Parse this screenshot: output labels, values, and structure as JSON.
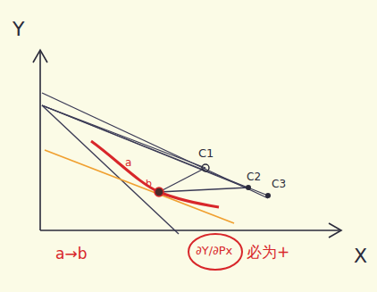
{
  "diagram": {
    "labels": [
      "Y",
      "X",
      "C1",
      "C2",
      "C3",
      "a",
      "b",
      "a→b",
      "∂Y/∂Px",
      "必为+"
    ]
  }
}
